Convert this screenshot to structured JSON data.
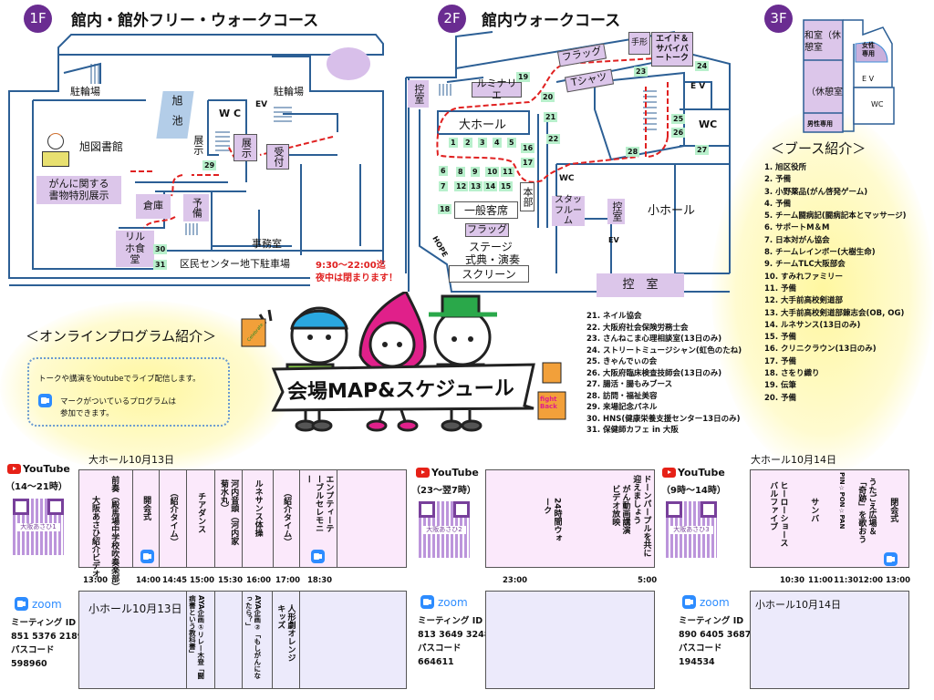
{
  "colors": {
    "floor_badge": "#6a2c91",
    "booth_box": "#dcc6ea",
    "booth_number": "#b8f0cc",
    "route": "#e02020",
    "zoom": "#2d8cff",
    "youtube": "#e62117",
    "schedule_large": "#fbe9fb",
    "schedule_small": "#eceafb"
  },
  "floor1": {
    "badge": "1F",
    "title": "館内・館外フリー・ウォークコース",
    "labels": {
      "bike1": "駐輪場",
      "bike2": "駐輪場",
      "pond": "旭池",
      "wc": "W C",
      "ev": "EV",
      "library": "旭図書館",
      "exhibit_v": "展示",
      "exhibit": "展示",
      "reception": "受付",
      "books": "がんに関する書物特別展示",
      "storage": "倉庫",
      "spare": "予備",
      "dining": "リルホ食堂",
      "office": "事務室",
      "parking": "区民センター地下駐車場"
    },
    "booth_numbers": [
      "29",
      "30",
      "31"
    ],
    "notice": [
      "9:30～22:00迄",
      "夜中は閉まります！"
    ]
  },
  "floor2": {
    "badge": "2F",
    "title": "館内ウォークコース",
    "labels": {
      "waiting1": "控室",
      "luminarie": "ルミナリエ",
      "flag1": "フラッグ",
      "tshirt": "Tシャツ",
      "handprint": "手形",
      "aid": "エイド＆サバイバートーク",
      "large_hall": "大ホール",
      "hq": "本部",
      "seats": "一般客席",
      "flag2": "フラッグ",
      "stage": "ステージ",
      "ceremony": "式典・演奏",
      "screen": "スクリーン",
      "hope": "HOPE",
      "wc1": "WC",
      "staff": "スタッフルーム",
      "waiting2": "控室",
      "ev1": "EV",
      "small_hall": "小ホール",
      "waiting3": "控　室",
      "ev2": "E V",
      "wc2": "WC"
    },
    "booth_numbers": [
      "1",
      "2",
      "3",
      "4",
      "5",
      "6",
      "7",
      "8",
      "9",
      "10",
      "11",
      "12",
      "13",
      "14",
      "15",
      "16",
      "17",
      "18",
      "19",
      "20",
      "21",
      "22",
      "23",
      "24",
      "25",
      "26",
      "27",
      "28"
    ]
  },
  "floor3": {
    "badge": "3F",
    "labels": {
      "japanese_room": "和室（休憩室",
      "rest": "（休憩室",
      "men": "男性専用",
      "women": "女性専用",
      "ev": "E V",
      "wc": "WC"
    }
  },
  "booths": {
    "heading": "＜ブース紹介＞",
    "list1": [
      "1. 旭区役所",
      "2. 予備",
      "3. 小野薬品(がん啓発ゲーム)",
      "4. 予備",
      "5. チーム闘病記(闘病記本とマッサージ)",
      "6. サポートM＆M",
      "7. 日本対がん協会",
      "8. チームレインボー(大樹生命)",
      "9. チームTLC大阪部会",
      "10. すみれファミリー",
      "11. 予備",
      "12. 大手前高校剣道部",
      "13. 大手前高校剣道部錬志会(OB, OG)",
      "14. ルネサンス(13日のみ)",
      "15. 予備",
      "16. クリニクラウン(13日のみ)",
      "17. 予備",
      "18. さをり織り",
      "19. 伝筆",
      "20. 予備"
    ],
    "list2": [
      "21. ネイル協会",
      "22. 大阪府社会保険労務士会",
      "23. さんねこま心理相談室(13日のみ)",
      "24. ストリートミュージシャン(虹色のたね)",
      "25. きゃんでぃの会",
      "26. 大阪府臨床検査技師会(13日のみ)",
      "27. 腸活・腸もみブース",
      "28. 訪問・福祉美容",
      "29. 来場記念パネル",
      "30. HNS(健康栄養支援センター13日のみ)",
      "31. 保健師カフェ in 大阪"
    ]
  },
  "online": {
    "heading": "＜オンラインプログラム紹介＞",
    "line1": "トークや講演をYoutubeでライブ配信します。",
    "line2": "マークがついているプログラムは",
    "line3": "参加できます。"
  },
  "banner": {
    "title": "会場MAP&スケジュール",
    "bag1": "Celebrate",
    "bag2": "fight Back"
  },
  "youtube": {
    "label": "YouTube",
    "slots": [
      "（14～21時）",
      "（23～翌7時）",
      "（9時～14時）"
    ],
    "qr_texts": [
      "大阪あさひ1",
      "大阪あさひ2",
      "大阪あさひ3"
    ]
  },
  "zoom": {
    "label": "zoom",
    "meetings": [
      {
        "id_label": "ミーティング ID",
        "id": "851 5376 2189",
        "pass_label": "パスコード",
        "pass": "598960"
      },
      {
        "id_label": "ミーティング ID",
        "id": "813 3649 3248",
        "pass_label": "パスコード",
        "pass": "664611"
      },
      {
        "id_label": "ミーティング ID",
        "id": "890 6405 3687",
        "pass_label": "パスコード",
        "pass": "194534"
      }
    ]
  },
  "schedule": {
    "large_13": {
      "title": "大ホール10月13日",
      "programs": [
        "大阪あさひ紹介ビデオ",
        "前奏（殿馬場中学校吹奏楽部）",
        "開会式",
        "（紹介タイム）",
        "チアダンス",
        "河内音頭（河内家菊水丸）",
        "ルネサンス体操",
        "（紹介タイム）",
        "エンプティーテーブルセレモニー"
      ],
      "times": [
        "13:00",
        "14:00",
        "14:45",
        "15:00",
        "15:30",
        "16:00",
        "17:00",
        "18:30"
      ]
    },
    "night": {
      "programs": [
        "24時間ウォーク",
        "がん動画講演ビデオ放映",
        "ドーンパープルを共に迎えましょう"
      ],
      "times": [
        "23:00",
        "5:00"
      ]
    },
    "large_14": {
      "title": "大ホール10月14日",
      "programs": [
        "ヒーローショースバルファイブ",
        "サンバ",
        "PIN☆PON☆PAN",
        "うたごえ広場＆「奇跡」を歌おう",
        "閉会式"
      ],
      "times": [
        "10:30",
        "11:00",
        "11:30",
        "12:00",
        "13:00"
      ]
    },
    "small_13": {
      "title": "小ホール10月13日",
      "programs": [
        "AYA企画①リレー木登「闘病書という教科書」",
        "AYA企画②「もしがんになったら？」",
        "人形劇オレンジキッズ"
      ]
    },
    "small_14": {
      "title": "小ホール10月14日"
    }
  }
}
